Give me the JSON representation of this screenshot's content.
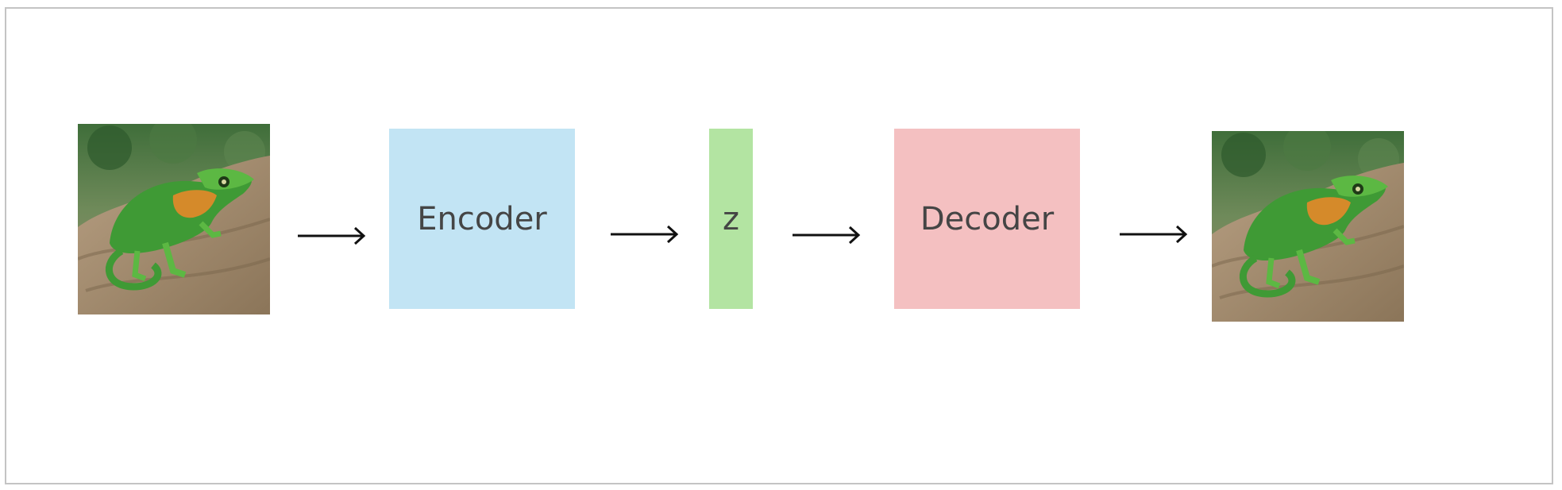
{
  "diagram": {
    "encoder": {
      "label": "Encoder",
      "color": "#c2e4f4"
    },
    "latent": {
      "label": "z",
      "color": "#b3e4a2"
    },
    "decoder": {
      "label": "Decoder",
      "color": "#f4c0c1"
    },
    "input_image": {
      "icon": "chameleon-photo-input"
    },
    "output_image": {
      "icon": "chameleon-photo-reconstruction"
    },
    "arrow_color": "#111111",
    "frame_border_color": "#c4c4c4"
  }
}
